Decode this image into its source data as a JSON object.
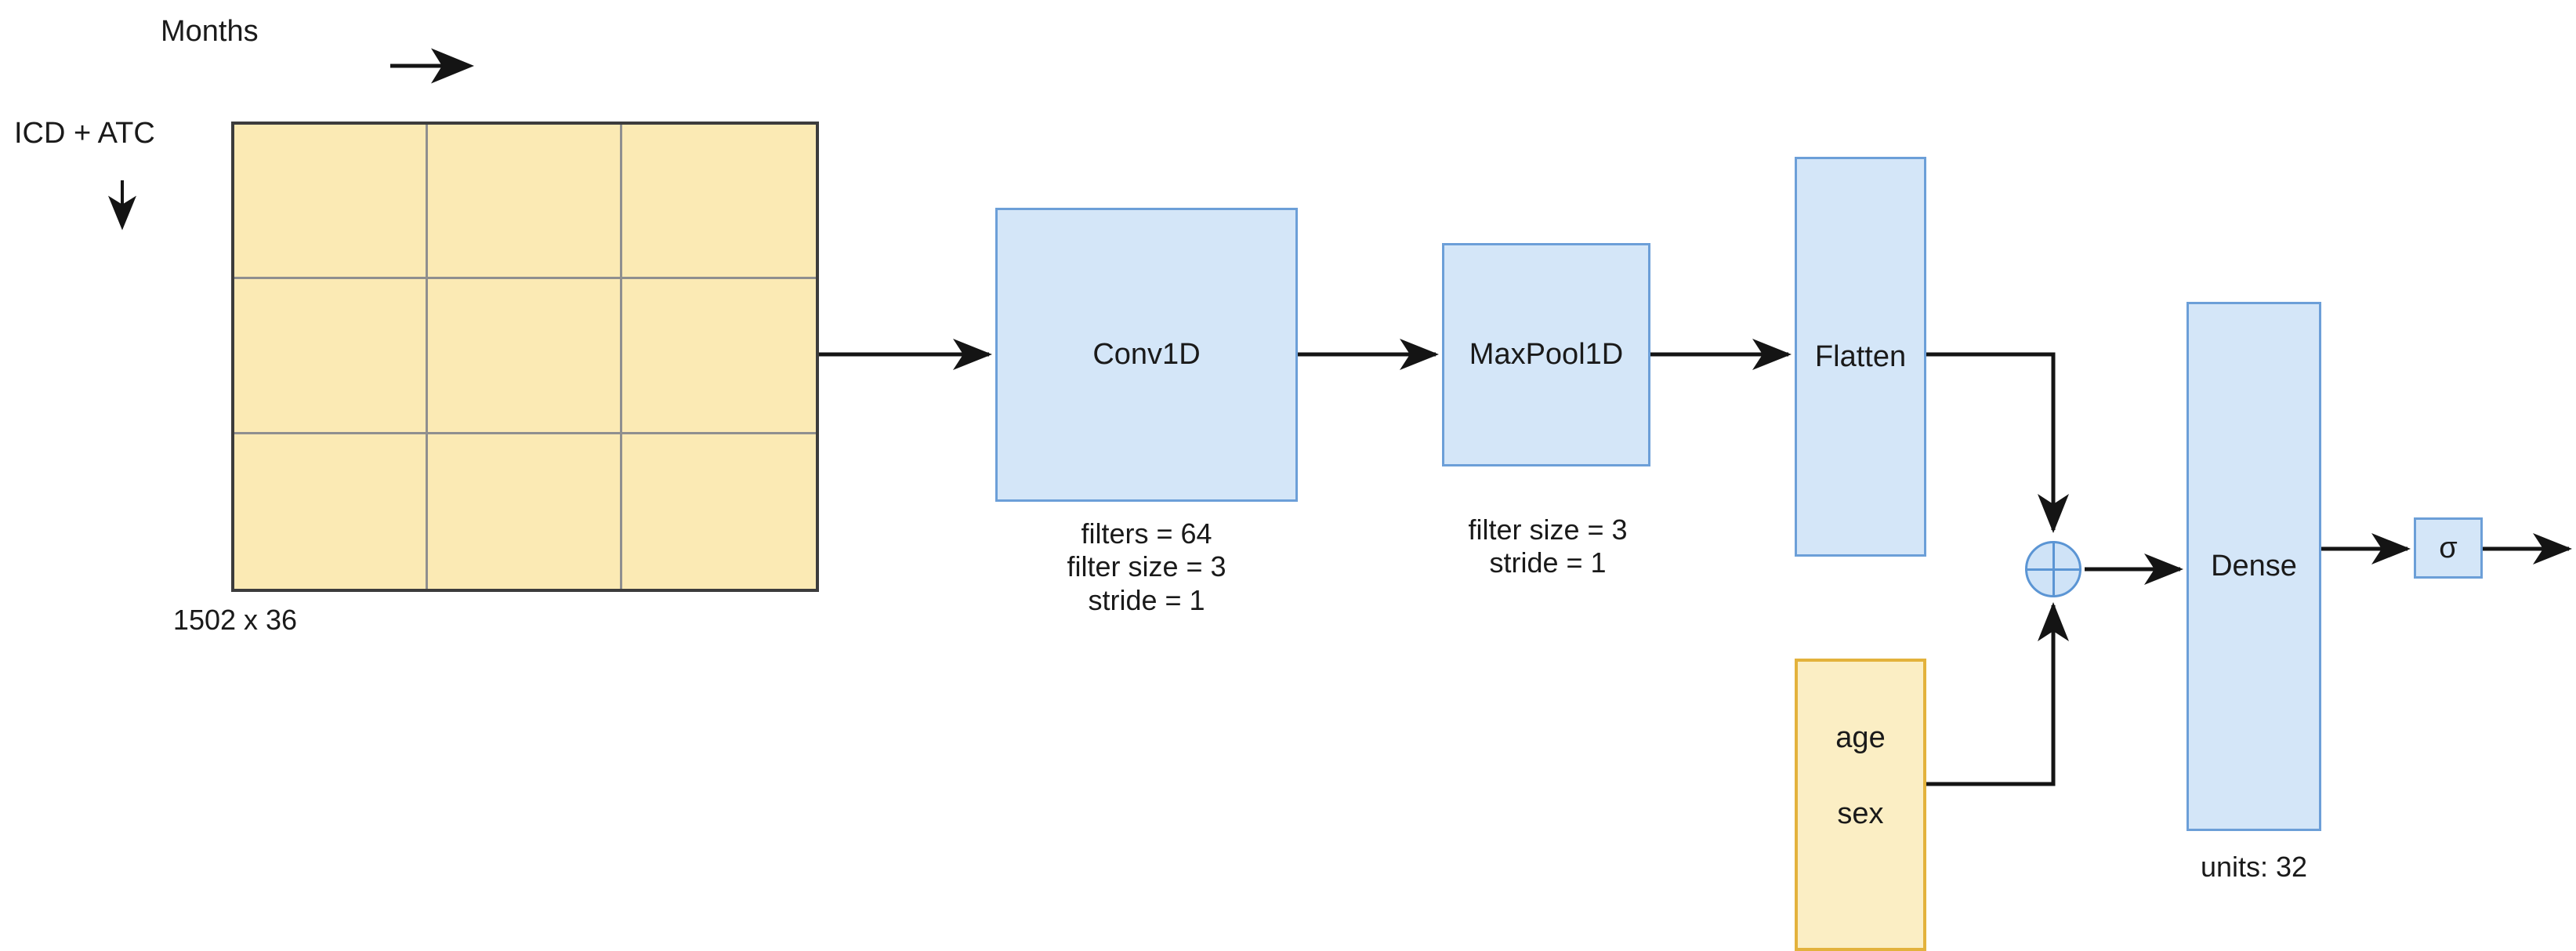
{
  "diagram": {
    "title_axes": {
      "x_axis_label": "Months",
      "y_axis_label": "ICD + ATC"
    },
    "input_matrix": {
      "caption": "1502 x 36",
      "rows": 3,
      "cols": 3,
      "fill_color": "#fbeab4",
      "border_color": "#3c3c3c"
    },
    "layers": [
      {
        "id": "conv1d",
        "label": "Conv1D",
        "params": [
          "filters = 64",
          "filter size = 3",
          "stride = 1"
        ],
        "fill_color": "#d4e6f8",
        "border_color": "#6c9fd8"
      },
      {
        "id": "maxpool1d",
        "label": "MaxPool1D",
        "params": [
          "filter size = 3",
          "stride = 1"
        ],
        "fill_color": "#d4e6f8",
        "border_color": "#6c9fd8"
      },
      {
        "id": "flatten",
        "label": "Flatten",
        "params": [],
        "fill_color": "#d4e6f8",
        "border_color": "#6c9fd8"
      },
      {
        "id": "dense",
        "label": "Dense",
        "params": [
          "units: 32"
        ],
        "fill_color": "#d4e6f8",
        "border_color": "#6c9fd8"
      },
      {
        "id": "sigmoid",
        "label": "σ",
        "params": [],
        "fill_color": "#d4e6f8",
        "border_color": "#6c9fd8"
      }
    ],
    "side_inputs": {
      "id": "age-sex",
      "items": [
        "age",
        "sex"
      ],
      "fill_color": "#fbeec4",
      "border_color": "#e3b23c"
    },
    "merge_node": {
      "id": "concat",
      "symbol": "⊕",
      "fill_color": "#cfe3f7",
      "border_color": "#5b95d4"
    },
    "conv_params_lines": {
      "line1": "filters = 64",
      "line2": "filter size = 3",
      "line3": "stride = 1"
    },
    "pool_params_lines": {
      "line1": "filter size = 3",
      "line2": "stride = 1"
    },
    "dense_params_lines": {
      "line1": "units: 32"
    },
    "arrow_color": "#141414"
  }
}
